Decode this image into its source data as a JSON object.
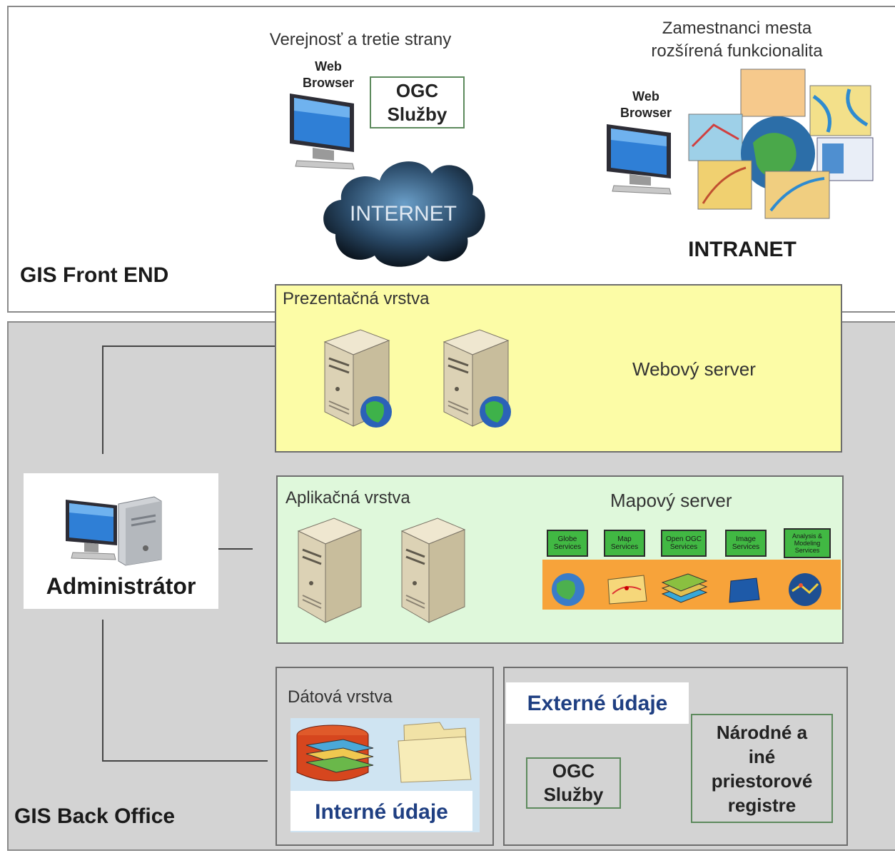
{
  "front_end": {
    "title": "GIS Front END",
    "public": {
      "caption": "Verejnosť a tretie strany",
      "browser_line1": "Web",
      "browser_line2": "Browser",
      "ogc_line1": "OGC",
      "ogc_line2": "Služby",
      "cloud_label": "INTERNET"
    },
    "staff": {
      "caption_line1": "Zamestnanci mesta",
      "caption_line2": "rozšírená funkcionalita",
      "browser_line1": "Web",
      "browser_line2": "Browser",
      "network_label": "INTRANET"
    }
  },
  "back_office": {
    "title": "GIS Back Office",
    "admin_label": "Administrátor",
    "presentation_layer": {
      "title": "Prezentačná vrstva",
      "server_label": "Webový server"
    },
    "application_layer": {
      "title": "Aplikačná vrstva",
      "server_label": "Mapový server",
      "services": [
        {
          "line1": "Globe",
          "line2": "Services",
          "line3": ""
        },
        {
          "line1": "Map",
          "line2": "Services",
          "line3": ""
        },
        {
          "line1": "Open OGC",
          "line2": "Services",
          "line3": ""
        },
        {
          "line1": "Image",
          "line2": "Services",
          "line3": ""
        },
        {
          "line1": "Analysis &",
          "line2": "Modeling",
          "line3": "Services"
        }
      ]
    },
    "data_layer": {
      "title": "Dátová vrstva",
      "internal_label": "Interné údaje"
    },
    "external": {
      "title": "Externé údaje",
      "ogc_line1": "OGC",
      "ogc_line2": "Služby",
      "registry_line1": "Národné a",
      "registry_line2": "iné",
      "registry_line3": "priestorové",
      "registry_line4": "registre"
    }
  },
  "colors": {
    "presentation_fill": "#fcfca6",
    "application_fill": "#dff8db",
    "back_office_fill": "#d3d3d3",
    "service_tile": "#41b843",
    "service_band": "#f7a33a",
    "label_blue": "#1f3f82"
  }
}
